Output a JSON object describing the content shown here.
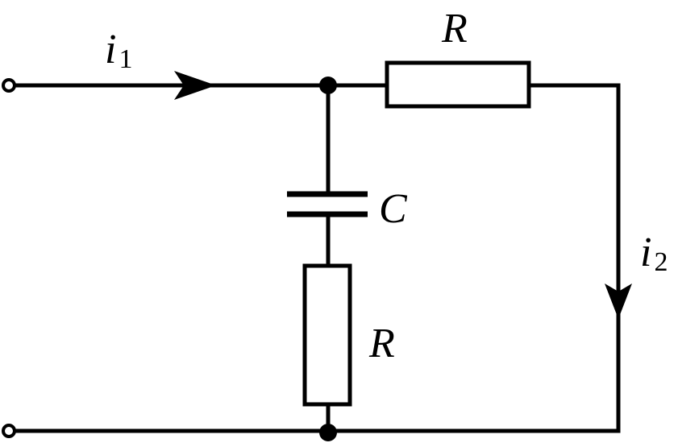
{
  "diagram": {
    "current_in": {
      "symbol": "i",
      "subscript": "1"
    },
    "current_out": {
      "symbol": "i",
      "subscript": "2"
    },
    "resistor_series_label": "R",
    "capacitor_label": "C",
    "resistor_shunt_label": "R"
  },
  "colors": {
    "ink": "#000000",
    "background": "#ffffff"
  }
}
